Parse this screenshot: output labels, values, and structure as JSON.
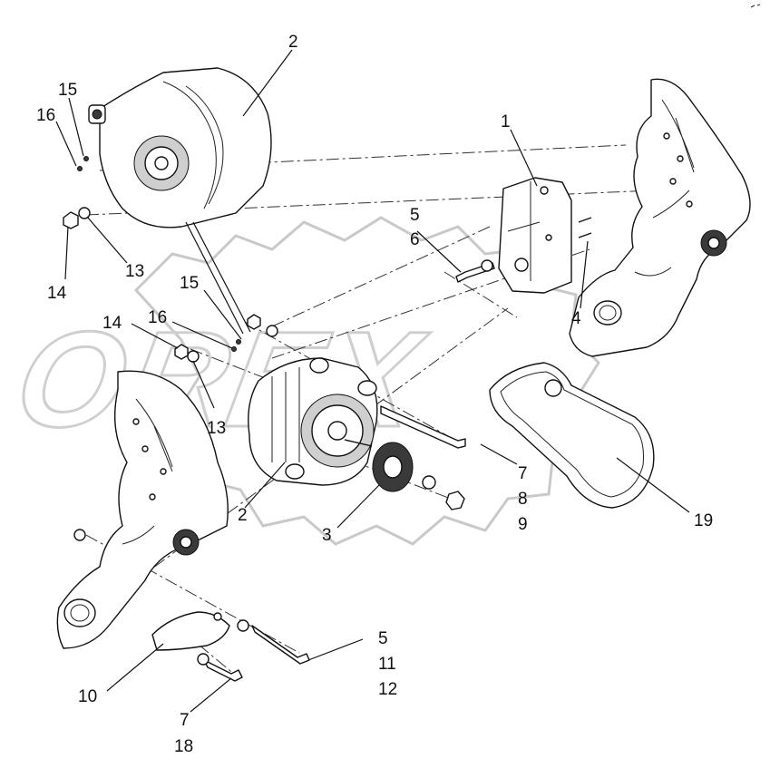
{
  "watermark": {
    "text": "OREX"
  },
  "callouts": {
    "c1": "1",
    "c2_top": "2",
    "c2_mid": "2",
    "c3": "3",
    "c4": "4",
    "c5_top": "5",
    "c6": "6",
    "c7_mid": "7",
    "c8": "8",
    "c9": "9",
    "c10": "10",
    "c5_bot": "5",
    "c11": "11",
    "c12": "12",
    "c7_bot": "7",
    "c18": "18",
    "c13_top": "13",
    "c14_top": "14",
    "c15_top": "15",
    "c16_top": "16",
    "c13_mid": "13",
    "c14_mid": "14",
    "c15_mid": "15",
    "c16_mid": "16",
    "c19": "19"
  },
  "icons": [
    "alternator",
    "mounting-bracket",
    "pulley",
    "drive-belt",
    "engine-block",
    "bolt",
    "nut",
    "washer"
  ]
}
